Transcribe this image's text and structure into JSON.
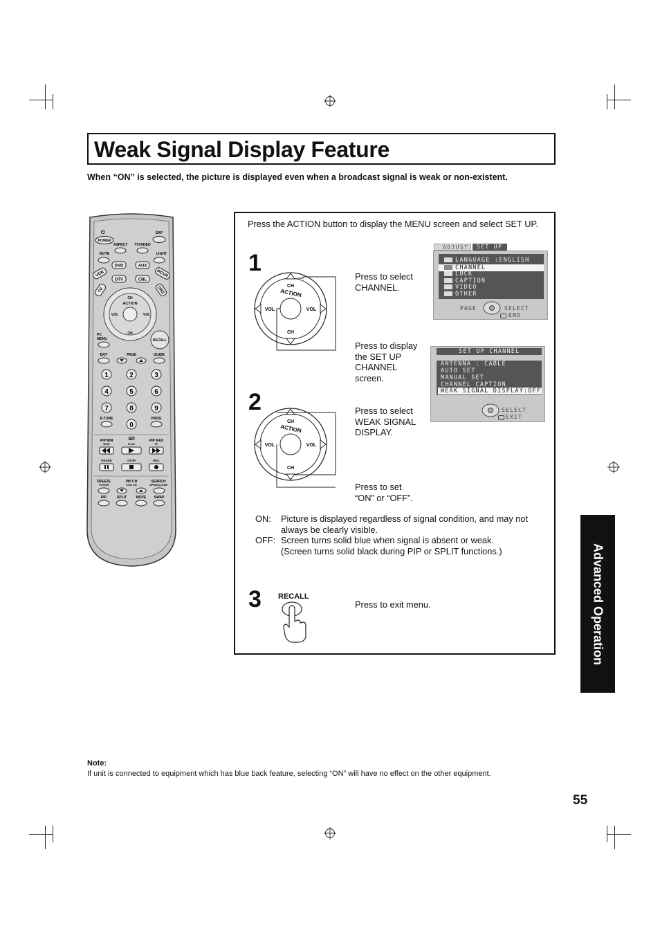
{
  "page": {
    "title": "Weak Signal Display Feature",
    "subtitle": "When “ON” is selected, the picture is displayed even when a broadcast signal is weak or non-existent.",
    "page_number": "55",
    "side_tab": "Advanced Operation"
  },
  "intro": "Press the ACTION button to display the MENU screen and select SET UP.",
  "steps": {
    "s1": {
      "number": "1",
      "select_channel": [
        "Press to select",
        "CHANNEL."
      ],
      "display_setup": [
        "Press to display",
        "the SET UP",
        "CHANNEL",
        "screen."
      ]
    },
    "s2": {
      "number": "2",
      "select_weak": [
        "Press to select",
        "WEAK SIGNAL",
        "DISPLAY."
      ],
      "set_onoff": [
        "Press to set",
        "“ON” or “OFF”."
      ]
    },
    "s3": {
      "number": "3",
      "button": "RECALL",
      "exit": "Press to exit menu."
    }
  },
  "definitions": {
    "on_label": "ON:",
    "on_text": [
      "Picture is displayed regardless of signal condition, and may not",
      "always be clearly visible."
    ],
    "off_label": "OFF:",
    "off_text": [
      "Screen turns solid blue when signal is absent or weak.",
      "(Screen turns solid black during PIP or SPLIT functions.)"
    ]
  },
  "osd1": {
    "tab_adjust": "ADJUST",
    "tab_setup": "SET UP",
    "items": [
      "LANGUAGE :ENGLISH",
      "CHANNEL",
      "LOCK",
      "CAPTION",
      "VIDEO",
      "OTHER"
    ],
    "page": "PAGE",
    "select": "SELECT",
    "end": "END"
  },
  "osd2": {
    "title": "SET UP CHANNEL",
    "items": [
      "ANTENNA : CABLE",
      "AUTO SET",
      "MANUAL SET",
      "CHANNEL CAPTION",
      "WEAK SIGNAL DISPLAY:OFF"
    ],
    "select": "SELECT",
    "exit": "EXIT"
  },
  "pad_labels": {
    "ch": "CH",
    "action": "ACTION",
    "vol": "VOL"
  },
  "remote": {
    "power": "POWER",
    "sap": "SAP",
    "aspect": "ASPECT",
    "tvvideo": "TV/VIDEO",
    "mute": "MUTE",
    "light": "LIGHT",
    "vcr": "VCR",
    "dvd": "DVD",
    "aux": "AUX",
    "rcvr": "RCVR",
    "tv": "TV",
    "dtv": "DTV",
    "cbl": "CBL",
    "dbs": "DBS",
    "pc_menu": [
      "PC",
      "MENU"
    ],
    "recall": "RECALL",
    "exit": "EXIT",
    "page": "PAGE",
    "guide": "GUIDE",
    "digits": [
      "1",
      "2",
      "3",
      "4",
      "5",
      "6",
      "7",
      "8",
      "9",
      "0"
    ],
    "rtune": "R-TUNE",
    "prog": "PROG",
    "pip_min": "PIP MIN",
    "rew": "REW",
    "sd": "SD",
    "play": "PLAY",
    "pip_max": "PIP MAX",
    "ff": "FF",
    "pause": "PAUSE",
    "stop": "STOP",
    "rec": "REC",
    "freeze": "FREEZE",
    "freeze_sub": "TV/VCR",
    "pip_ch": "PIP CH",
    "pip_ch_sub": "VCR CH",
    "search": "SEARCH",
    "search_sub": "OPEN/CLOSE",
    "pip": "PIP",
    "split": "SPLIT",
    "move": "MOVE",
    "swap": "SWAP"
  },
  "note": {
    "label": "Note:",
    "text": "If unit is connected to equipment which has blue back feature, selecting “ON” will have no effect on the other equipment."
  }
}
